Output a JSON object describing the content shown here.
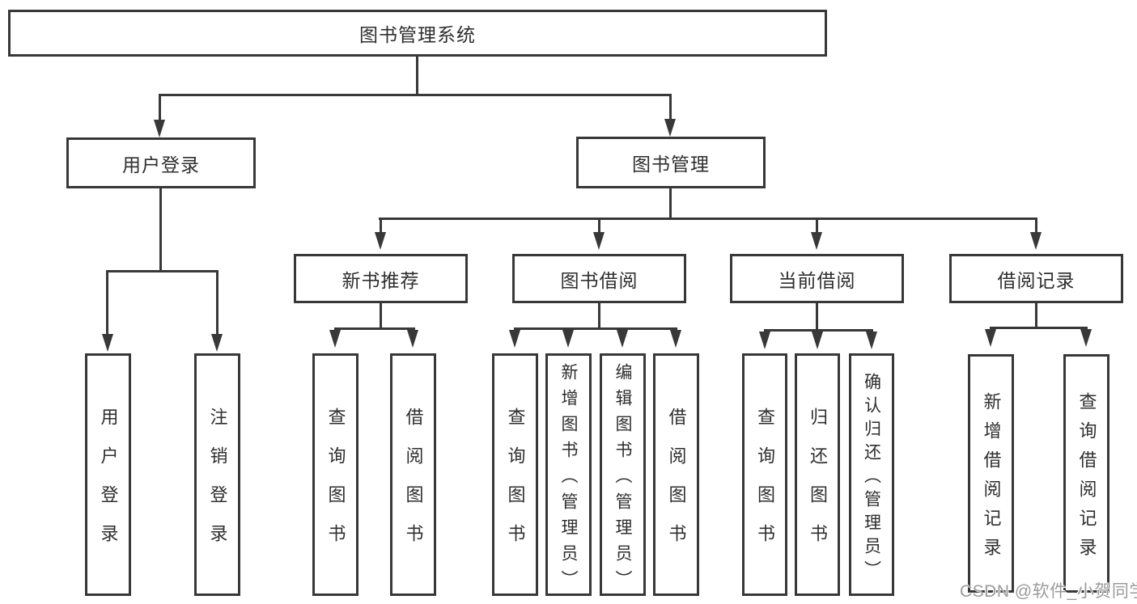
{
  "diagram_title": "图书管理系统",
  "tree": {
    "label": "图书管理系统",
    "children": [
      {
        "label": "用户登录",
        "children": [
          {
            "label": "用户登录"
          },
          {
            "label": "注销登录"
          }
        ]
      },
      {
        "label": "图书管理",
        "children": [
          {
            "label": "新书推荐",
            "children": [
              {
                "label": "查询图书"
              },
              {
                "label": "借阅图书"
              }
            ]
          },
          {
            "label": "图书借阅",
            "children": [
              {
                "label": "查询图书"
              },
              {
                "label": "新增图书（管理员）"
              },
              {
                "label": "编辑图书（管理员）"
              },
              {
                "label": "借阅图书"
              }
            ]
          },
          {
            "label": "当前借阅",
            "children": [
              {
                "label": "查询图书"
              },
              {
                "label": "归还图书"
              },
              {
                "label": "确认归还（管理员）"
              }
            ]
          },
          {
            "label": "借阅记录",
            "children": [
              {
                "label": "新增借阅记录"
              },
              {
                "label": "查询借阅记录"
              }
            ]
          }
        ]
      }
    ]
  },
  "watermark": {
    "text": "CSDN @软件_小贺同学"
  },
  "colors": {
    "line": "#383838",
    "box_border": "#383838",
    "text": "#2e2e2e",
    "background": "#ffffff",
    "watermark": "#9b9b9b"
  }
}
